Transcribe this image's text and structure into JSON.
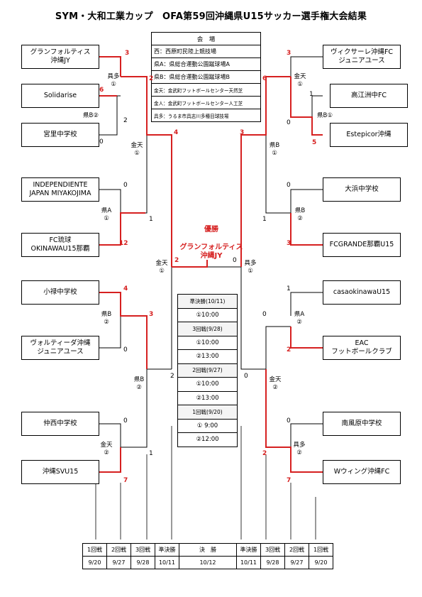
{
  "title": "SYM・大和工業カップ　OFA第59回沖縄県U15サッカー選手権大会結果",
  "champion": {
    "label": "優勝",
    "team": "グランフォルティス\n沖縄JY"
  },
  "teams_left": [
    "グランフォルティス\n沖縄JY",
    "Solidarise",
    "宮里中学校",
    "INDEPENDIENTE\nJAPAN MIYAKOJIMA",
    "FC琉球\nOKINAWAU15那覇",
    "小禄中学校",
    "ヴォルティーダ沖縄\nジュニアユース",
    "仲西中学校",
    "沖縄SVU15"
  ],
  "teams_right": [
    "ヴィクサーレ沖縄FC\nジュニアユース",
    "高江洲中FC",
    "Estepicor沖縄",
    "大浜中学校",
    "FCGRANDE那覇U15",
    "casaokinawaU15",
    "EAC\nフットボールクラブ",
    "南風原中学校",
    "Wウィング沖縄FC"
  ],
  "venue": {
    "header": "会　場",
    "rows": [
      "西：西原町民陸上競技場",
      "県A：県総合運動公園蹴球場A",
      "県B：県総合運動公園蹴球場B",
      "金天：金武町フットボールセンター天然芝",
      "金人：金武町フットボールセンター人工芝",
      "具多：うるま市具志川多種目球技場"
    ]
  },
  "schedule": [
    "準決勝(10/11)",
    "①10:00",
    "3回戦(9/28)",
    "①10:00",
    "②13:00",
    "2回戦(9/27)",
    "①10:00",
    "②13:00",
    "1回戦(9/20)",
    "①  9:00",
    "②12:00"
  ],
  "round_table": {
    "names": [
      "1回戦",
      "2回戦",
      "3回戦",
      "準決勝",
      "決　勝",
      "準決勝",
      "3回戦",
      "2回戦",
      "1回戦"
    ],
    "dates": [
      "9/20",
      "9/27",
      "9/28",
      "10/11",
      "10/12",
      "10/11",
      "9/28",
      "9/27",
      "9/20"
    ]
  },
  "match_labels": {
    "L_r2a": [
      "具多",
      "①"
    ],
    "L_r1a": [
      "県B②"
    ],
    "L_r3a": [
      "金天",
      "①"
    ],
    "L_r2b": [
      "県A",
      "①"
    ],
    "L_sf": [
      "金天",
      "①"
    ],
    "L_r2c": [
      "県B",
      "②"
    ],
    "L_r3b": [
      "県B",
      "②"
    ],
    "L_r2d": [
      "金天",
      "②"
    ],
    "R_r2a": [
      "金天",
      "①"
    ],
    "R_r1a": [
      "県B①"
    ],
    "R_r3a": [
      "県B",
      "①"
    ],
    "R_r2b": [
      "県B",
      "②"
    ],
    "R_sf": [
      "具多",
      "①"
    ],
    "R_r2c": [
      "県A",
      "②"
    ],
    "R_r3b": [
      "金天",
      "②"
    ],
    "R_r2d": [
      "具多",
      "②"
    ]
  },
  "scores": {
    "gran": "3",
    "soli_r1": "6",
    "miya": "0",
    "soli_r2": "2",
    "lr3_top": "2",
    "indep": "0",
    "fcr": "12",
    "lr3_bot": "1",
    "lsf_top": "4",
    "lsf_bot": "2",
    "oroku": "4",
    "vol": "0",
    "oroku_r3": "3",
    "nakanishi": "0",
    "svu": "7",
    "svu_r3": "1",
    "final_l": "2",
    "final_r": "0",
    "vic": "3",
    "tak": "1",
    "este": "5",
    "este_r2": "0",
    "rr3_top": "6",
    "ohama": "0",
    "fcg": "3",
    "rr3_bot": "1",
    "rsf_top": "3",
    "rsf_bot": "0",
    "casa": "1",
    "eac": "2",
    "eac_r3": "0",
    "hae": "0",
    "wwing": "7",
    "wwing_r3": "2"
  },
  "colors": {
    "win": "#d62020",
    "line": "#000000"
  }
}
